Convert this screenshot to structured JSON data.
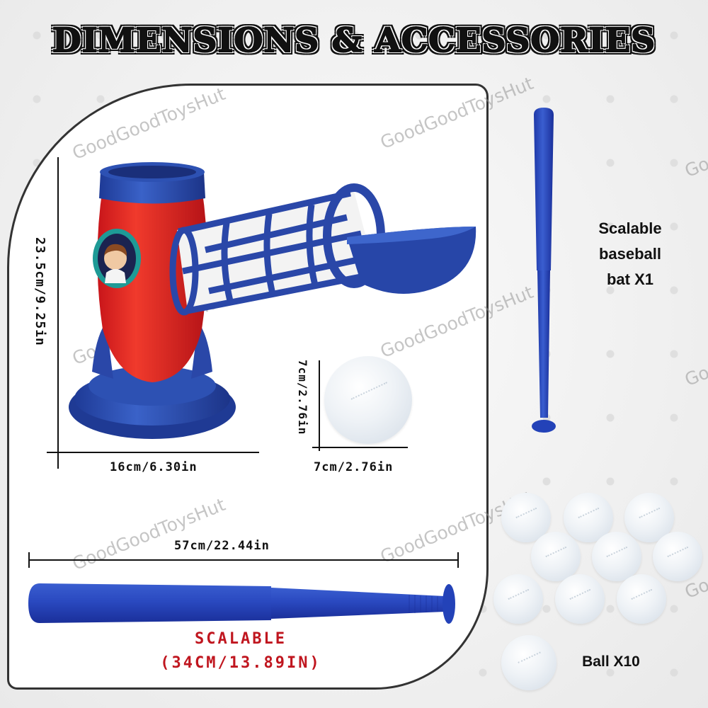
{
  "title": "DIMENSIONS & ACCESSORIES",
  "watermark": "GoodGoodToysHut",
  "colors": {
    "background": "#f0f0f0",
    "panel": "#ffffff",
    "panel_border": "#333333",
    "bat_blue": "#2340b8",
    "pitcher_red": "#e0241f",
    "pitcher_blue": "#2a47a8",
    "accent_red_text": "#c0161f"
  },
  "pitcher": {
    "height_label": "23.5cm/9.25in",
    "width_label": "16cm/6.30in"
  },
  "ball_dimensions": {
    "height_label": "7cm/2.76in",
    "width_label": "7cm/2.76in"
  },
  "bat": {
    "length_label": "57cm/22.44in",
    "scalable_label": "SCALABLE",
    "scalable_size": "(34CM/13.89IN)"
  },
  "accessories": {
    "bat_caption_lines": [
      "Scalable",
      "baseball",
      "bat X1"
    ],
    "ball_caption": "Ball X10",
    "ball_count": 10
  }
}
